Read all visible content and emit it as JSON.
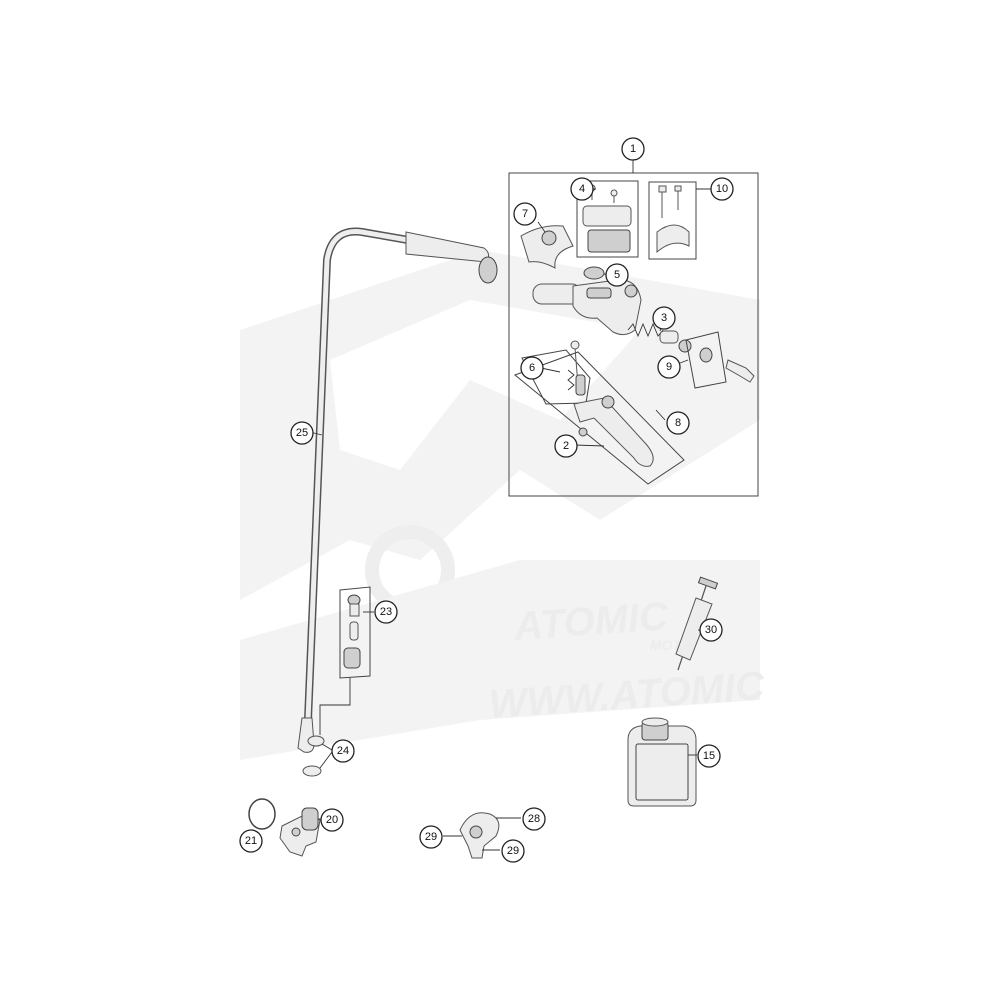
{
  "watermark": {
    "logo_text": "ATOMIC",
    "sub_text": "MOTO",
    "url_text": "WWW.ATOMIC"
  },
  "callouts": [
    "1",
    "2",
    "3",
    "4",
    "5",
    "6",
    "7",
    "8",
    "9",
    "10",
    "15",
    "20",
    "21",
    "23",
    "24",
    "25",
    "28",
    "29",
    "29",
    "30"
  ],
  "colors": {
    "line": "#333333",
    "part_fill": "#ededed",
    "watermark": "#ececec"
  }
}
